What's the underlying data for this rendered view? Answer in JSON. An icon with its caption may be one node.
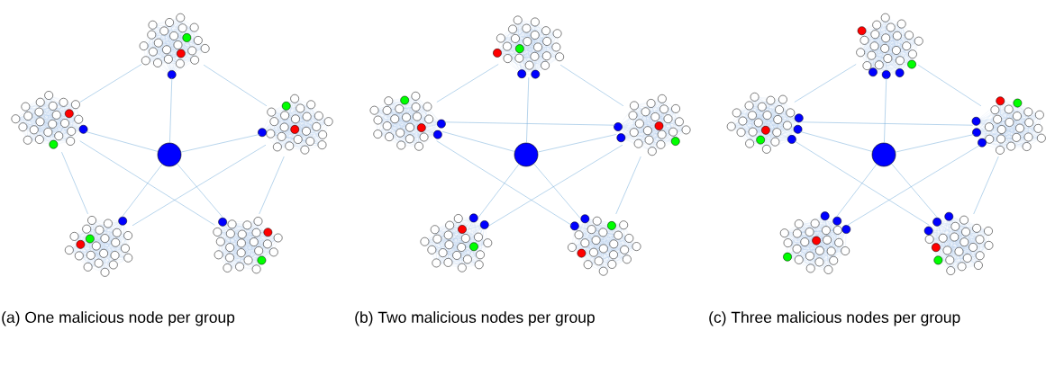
{
  "diagram": {
    "nodes": [
      {
        "text": [],
        "shape": "circle"
      },
      {
        "text": [],
        "shape": "circle"
      },
      {
        "text": [],
        "shape": "circle"
      },
      {
        "text": [],
        "shape": "circle"
      },
      {
        "text": [],
        "shape": "circle"
      },
      {
        "text": [],
        "shape": "circle"
      },
      {
        "text": [],
        "shape": "circle"
      },
      {
        "text": [],
        "shape": "circle"
      },
      {
        "text": [],
        "shape": "circle"
      },
      {
        "text": [],
        "shape": "circle"
      },
      {
        "text": [],
        "shape": "circle"
      },
      {
        "text": [],
        "shape": "circle"
      },
      {
        "text": [],
        "shape": "circle"
      },
      {
        "text": [],
        "shape": "circle"
      },
      {
        "text": [],
        "shape": "circle"
      },
      {
        "text": [],
        "shape": "circle"
      },
      {
        "text": [],
        "shape": "circle"
      },
      {
        "text": [],
        "shape": "circle"
      }
    ],
    "edges": [
      {
        "from": 0,
        "to": 2,
        "arrow": "none"
      },
      {
        "from": 1,
        "to": 2,
        "arrow": "none"
      },
      {
        "from": 3,
        "to": 2,
        "arrow": "none"
      },
      {
        "from": 4,
        "to": 2,
        "arrow": "none"
      },
      {
        "from": 5,
        "to": 2,
        "arrow": "none"
      },
      {
        "from": 0,
        "to": 1,
        "arrow": "none"
      },
      {
        "from": 0,
        "to": 3,
        "arrow": "none"
      },
      {
        "from": 1,
        "to": 4,
        "arrow": "none"
      },
      {
        "from": 1,
        "to": 5,
        "arrow": "none"
      },
      {
        "from": 3,
        "to": 4,
        "arrow": "none"
      },
      {
        "from": 3,
        "to": 5,
        "arrow": "none"
      },
      {
        "from": 6,
        "to": 8,
        "arrow": "none"
      },
      {
        "from": 7,
        "to": 8,
        "arrow": "none"
      },
      {
        "from": 9,
        "to": 8,
        "arrow": "none"
      },
      {
        "from": 10,
        "to": 8,
        "arrow": "none"
      },
      {
        "from": 11,
        "to": 8,
        "arrow": "none"
      },
      {
        "from": 6,
        "to": 7,
        "arrow": "none"
      },
      {
        "from": 6,
        "to": 9,
        "arrow": "none"
      },
      {
        "from": 7,
        "to": 9,
        "arrow": "none"
      },
      {
        "from": 7,
        "to": 11,
        "arrow": "none"
      },
      {
        "from": 9,
        "to": 10,
        "arrow": "none"
      },
      {
        "from": 9,
        "to": 11,
        "arrow": "none"
      },
      {
        "from": 12,
        "to": 14,
        "arrow": "none"
      },
      {
        "from": 13,
        "to": 14,
        "arrow": "none"
      },
      {
        "from": 15,
        "to": 14,
        "arrow": "none"
      },
      {
        "from": 16,
        "to": 14,
        "arrow": "none"
      },
      {
        "from": 17,
        "to": 14,
        "arrow": "none"
      },
      {
        "from": 12,
        "to": 13,
        "arrow": "none"
      },
      {
        "from": 12,
        "to": 15,
        "arrow": "none"
      },
      {
        "from": 13,
        "to": 15,
        "arrow": "none"
      },
      {
        "from": 13,
        "to": 17,
        "arrow": "none"
      },
      {
        "from": 15,
        "to": 16,
        "arrow": "none"
      },
      {
        "from": 15,
        "to": 17,
        "arrow": "none"
      }
    ],
    "labels": [
      "(a) One malicious node per group",
      "(b) Two malicious nodes per group",
      "(c) Three malicious nodes per group"
    ]
  }
}
